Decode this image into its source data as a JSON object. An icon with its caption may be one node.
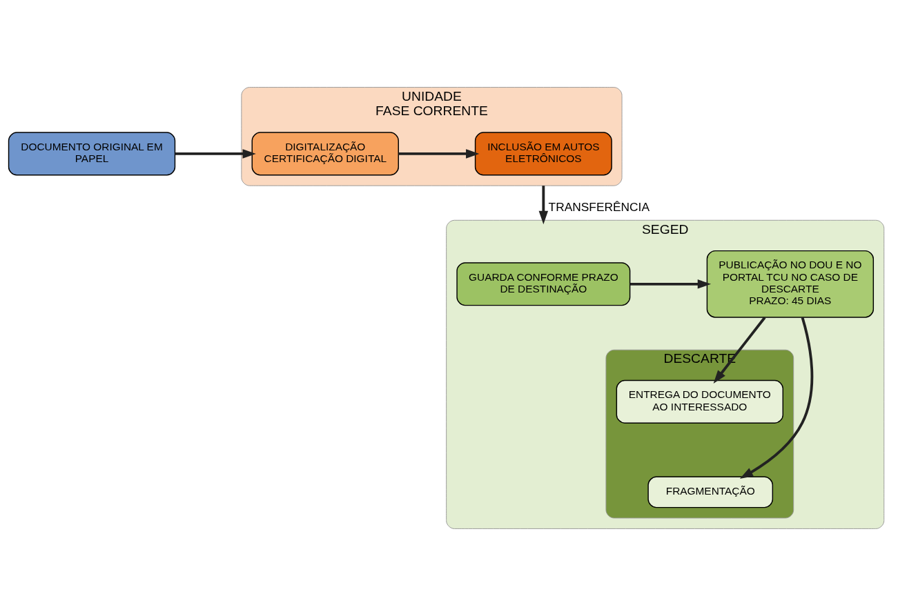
{
  "diagram": {
    "nodes": [
      {
        "text": [
          "DOCUMENTO ORIGINAL EM PAPEL"
        ]
      },
      {
        "text": [
          "UNIDADE",
          "FASE CORRENTE"
        ]
      },
      {
        "text": [
          "DIGITALIZAÇÃO CERTIFICAÇÃO DIGITAL"
        ],
        "in": 1
      },
      {
        "text": [
          "INCLUSÃO EM AUTOS ELETRÔNICOS"
        ],
        "in": 1
      },
      {
        "text": [
          "SEGED"
        ]
      },
      {
        "text": [
          "GUARDA CONFORME PRAZO DE DESTINAÇÃO"
        ],
        "in": 4
      },
      {
        "text": [
          "PUBLICAÇÃO NO DOU E NO PORTAL TCU NO CASO DE DESCARTE",
          "PRAZO: 45 DIAS"
        ],
        "in": 4
      },
      {
        "text": [
          "DESCARTE"
        ],
        "in": 4
      },
      {
        "text": [
          "ENTREGA DO DOCUMENTO AO INTERESSADO"
        ],
        "in": 7
      },
      {
        "text": [
          "FRAGMENTAÇÃO"
        ],
        "in": 7
      }
    ],
    "edges": [
      {
        "from": 0,
        "to": 2,
        "arrow": "to"
      },
      {
        "from": 2,
        "to": 3,
        "arrow": "to"
      },
      {
        "from": 1,
        "to": 4,
        "arrow": "to",
        "label": "TRANSFERÊNCIA"
      },
      {
        "from": 5,
        "to": 6,
        "arrow": "to"
      },
      {
        "from": 6,
        "to": 8,
        "arrow": "to"
      },
      {
        "from": 6,
        "to": 9,
        "arrow": "to"
      }
    ]
  }
}
